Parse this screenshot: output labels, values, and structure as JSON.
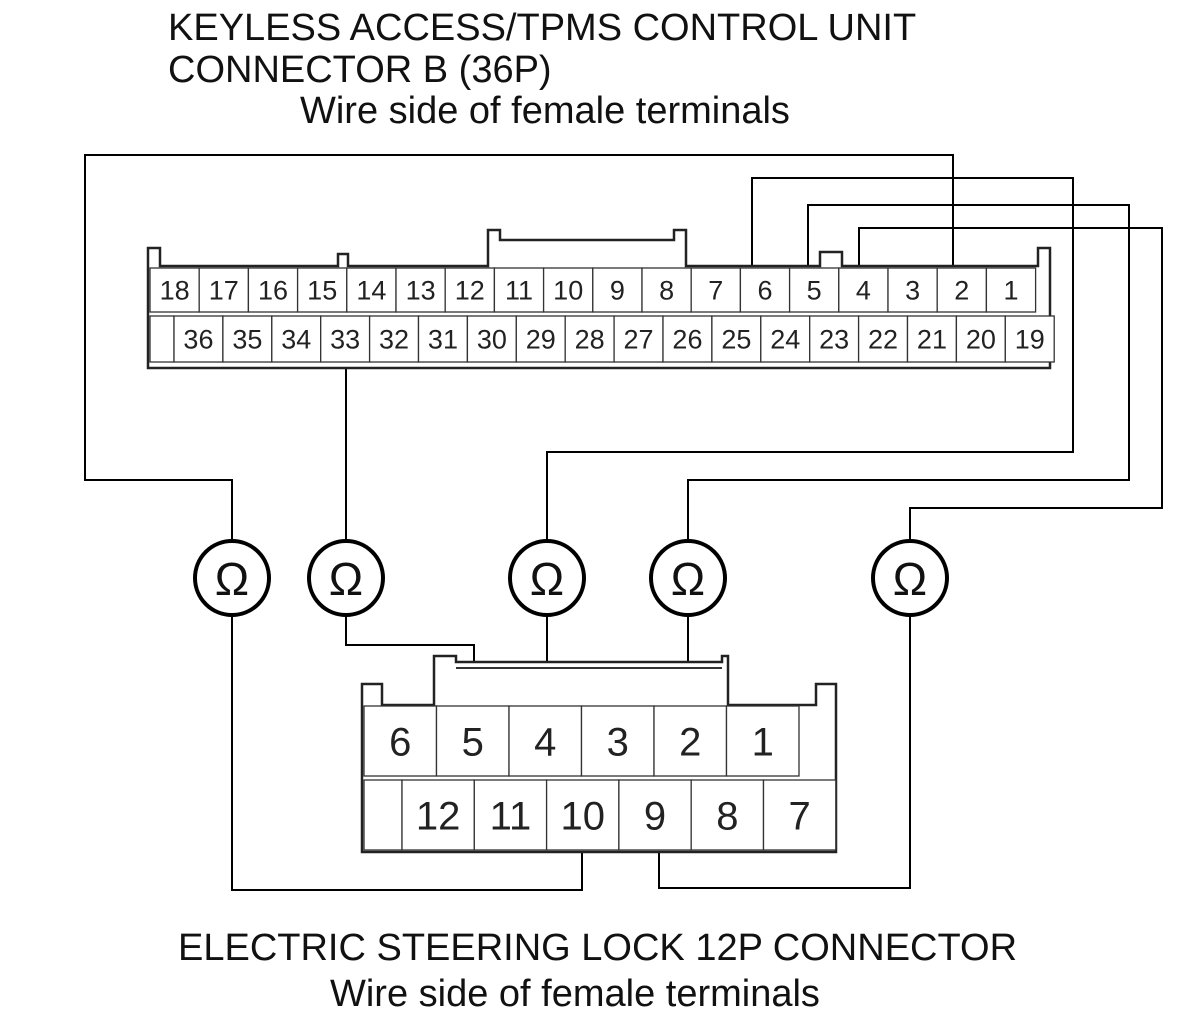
{
  "header": {
    "line1": "KEYLESS ACCESS/TPMS CONTROL UNIT",
    "line2": "CONNECTOR B (36P)",
    "line3": "Wire side of female terminals"
  },
  "footer": {
    "line1": "ELECTRIC STEERING LOCK 12P CONNECTOR",
    "line2": "Wire side of female terminals"
  },
  "connector_b": {
    "top_row": [
      "18",
      "17",
      "16",
      "15",
      "14",
      "13",
      "12",
      "11",
      "10",
      "9",
      "8",
      "7",
      "6",
      "5",
      "4",
      "3",
      "2",
      "1"
    ],
    "bottom_row": [
      "36",
      "35",
      "34",
      "33",
      "32",
      "31",
      "30",
      "29",
      "28",
      "27",
      "26",
      "25",
      "24",
      "23",
      "22",
      "21",
      "20",
      "19"
    ]
  },
  "connector_12p": {
    "top_row": [
      "6",
      "5",
      "4",
      "3",
      "2",
      "1"
    ],
    "bottom_row": [
      "12",
      "11",
      "10",
      "9",
      "8",
      "7"
    ]
  },
  "ohmmeter_symbol": "Ω"
}
